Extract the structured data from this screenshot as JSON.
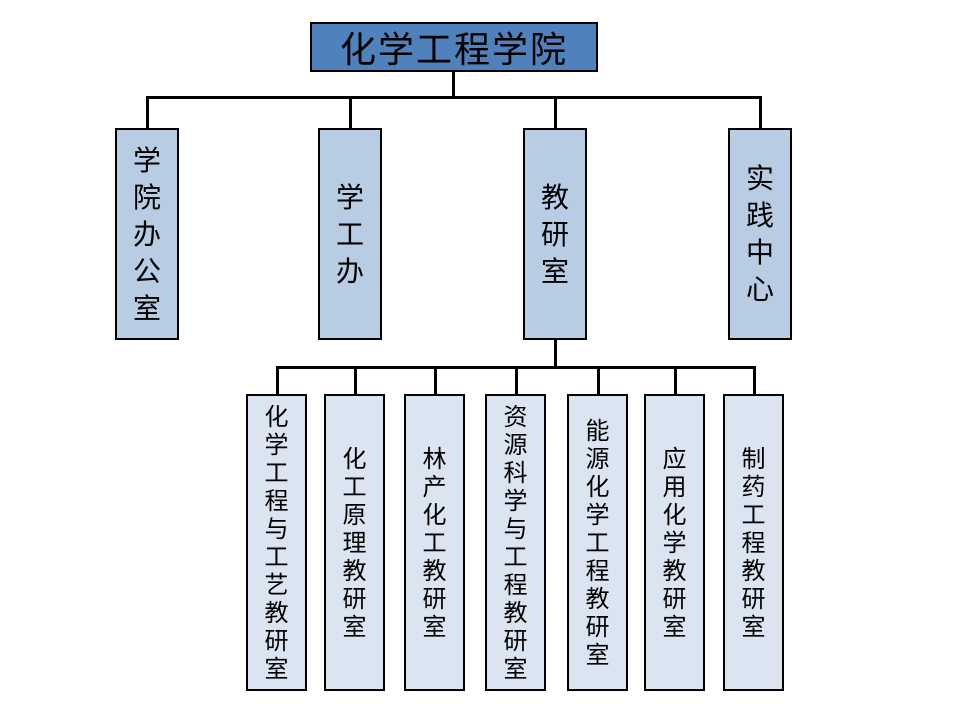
{
  "org_chart": {
    "type": "org-tree",
    "root": {
      "label": "化学工程学院"
    },
    "level2": [
      {
        "label": "学院办公室"
      },
      {
        "label": "学工办"
      },
      {
        "label": "教研室"
      },
      {
        "label": "实践中心"
      }
    ],
    "level3_parent_label": "教研室",
    "level3": [
      {
        "label": "化学工程与工艺教研室"
      },
      {
        "label": "化工原理教研室"
      },
      {
        "label": "林产化工教研室"
      },
      {
        "label": "资源科学与工程教研室"
      },
      {
        "label": "能源化学工程教研室"
      },
      {
        "label": "应用化学教研室"
      },
      {
        "label": "制药工程教研室"
      }
    ],
    "colors": {
      "root_fill": "#4F81BD",
      "level2_fill": "#B8CCE4",
      "level3_fill": "#DBE5F1",
      "border": "#000000",
      "line": "#000000",
      "text": "#000000",
      "background": "#FFFFFF"
    }
  }
}
